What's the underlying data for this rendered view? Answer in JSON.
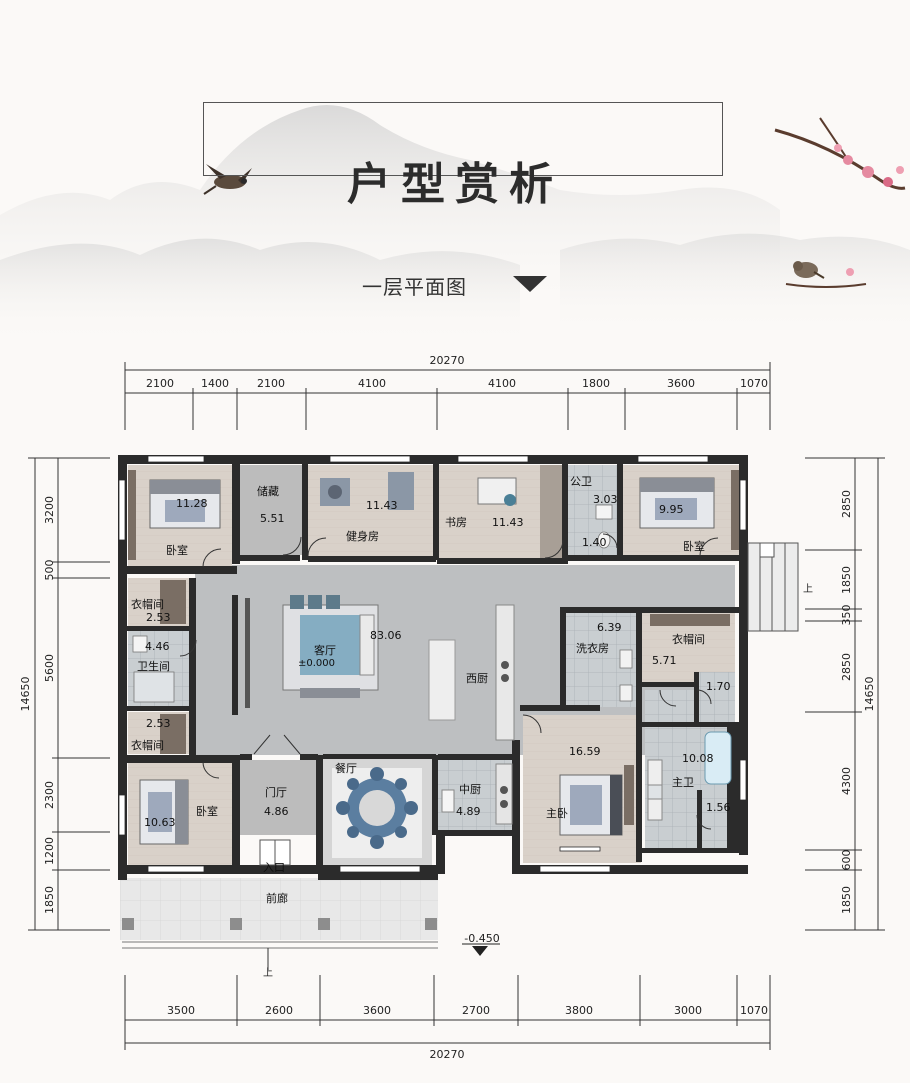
{
  "header": {
    "title": "户型赏析",
    "subtitle": "一层平面图"
  },
  "dimensions": {
    "top_total": "20270",
    "top": [
      "2100",
      "1400",
      "2100",
      "4100",
      "4100",
      "1800",
      "3600",
      "1070"
    ],
    "bottom": [
      "3500",
      "2600",
      "3600",
      "2700",
      "3800",
      "3000",
      "1070"
    ],
    "bottom_total": "20270",
    "left_total": "14650",
    "left": [
      "3200",
      "500",
      "5600",
      "2300",
      "1200",
      "1850"
    ],
    "right_total": "14650",
    "right": [
      "2850",
      "1850",
      "350",
      "2850",
      "4300",
      "600",
      "1850"
    ]
  },
  "rooms": {
    "bedroom_nw": {
      "area": "11.28",
      "name": "卧室"
    },
    "storage": {
      "name": "储藏",
      "area": "5.51"
    },
    "gym": {
      "area": "11.43",
      "name": "健身房"
    },
    "study": {
      "name": "书房",
      "area": "11.43"
    },
    "public_bath": {
      "name": "公卫",
      "area": "3.03"
    },
    "small_room": {
      "area": "1.40"
    },
    "bedroom_ne": {
      "area": "9.95",
      "name": "卧室"
    },
    "closet_w1": {
      "name": "衣帽间",
      "area": "2.53"
    },
    "bath_w": {
      "area": "4.46",
      "name": "卫生间"
    },
    "closet_w2": {
      "area": "2.53",
      "name": "衣帽间"
    },
    "living": {
      "name": "客厅",
      "level": "±0.000",
      "area": "83.06"
    },
    "west_kitchen": {
      "name": "西厨"
    },
    "laundry": {
      "area": "6.39",
      "name": "洗衣房"
    },
    "closet_e": {
      "name": "衣帽间",
      "area": "5.71"
    },
    "wc_e": {
      "area": "1.70"
    },
    "master_bed": {
      "area": "16.59",
      "name": "主卧"
    },
    "master_bath": {
      "area": "10.08",
      "name": "主卫"
    },
    "small_e": {
      "area": "1.56"
    },
    "bedroom_sw": {
      "area": "10.63",
      "name": "卧室"
    },
    "foyer": {
      "name": "门厅",
      "area": "4.86"
    },
    "dining": {
      "name": "餐厅"
    },
    "chinese_kitchen": {
      "name": "中厨",
      "area": "4.89"
    },
    "entrance": {
      "name": "入口"
    },
    "porch": {
      "name": "前廊"
    },
    "up_label": "上",
    "outdoor_level": "-0.450"
  },
  "colors": {
    "wall": "#2b2b2b",
    "floor_grey": "#b9babc",
    "floor_wood": "#d8d0c8",
    "tile": "#c4c9cc",
    "porch": "#e6e6e6"
  }
}
